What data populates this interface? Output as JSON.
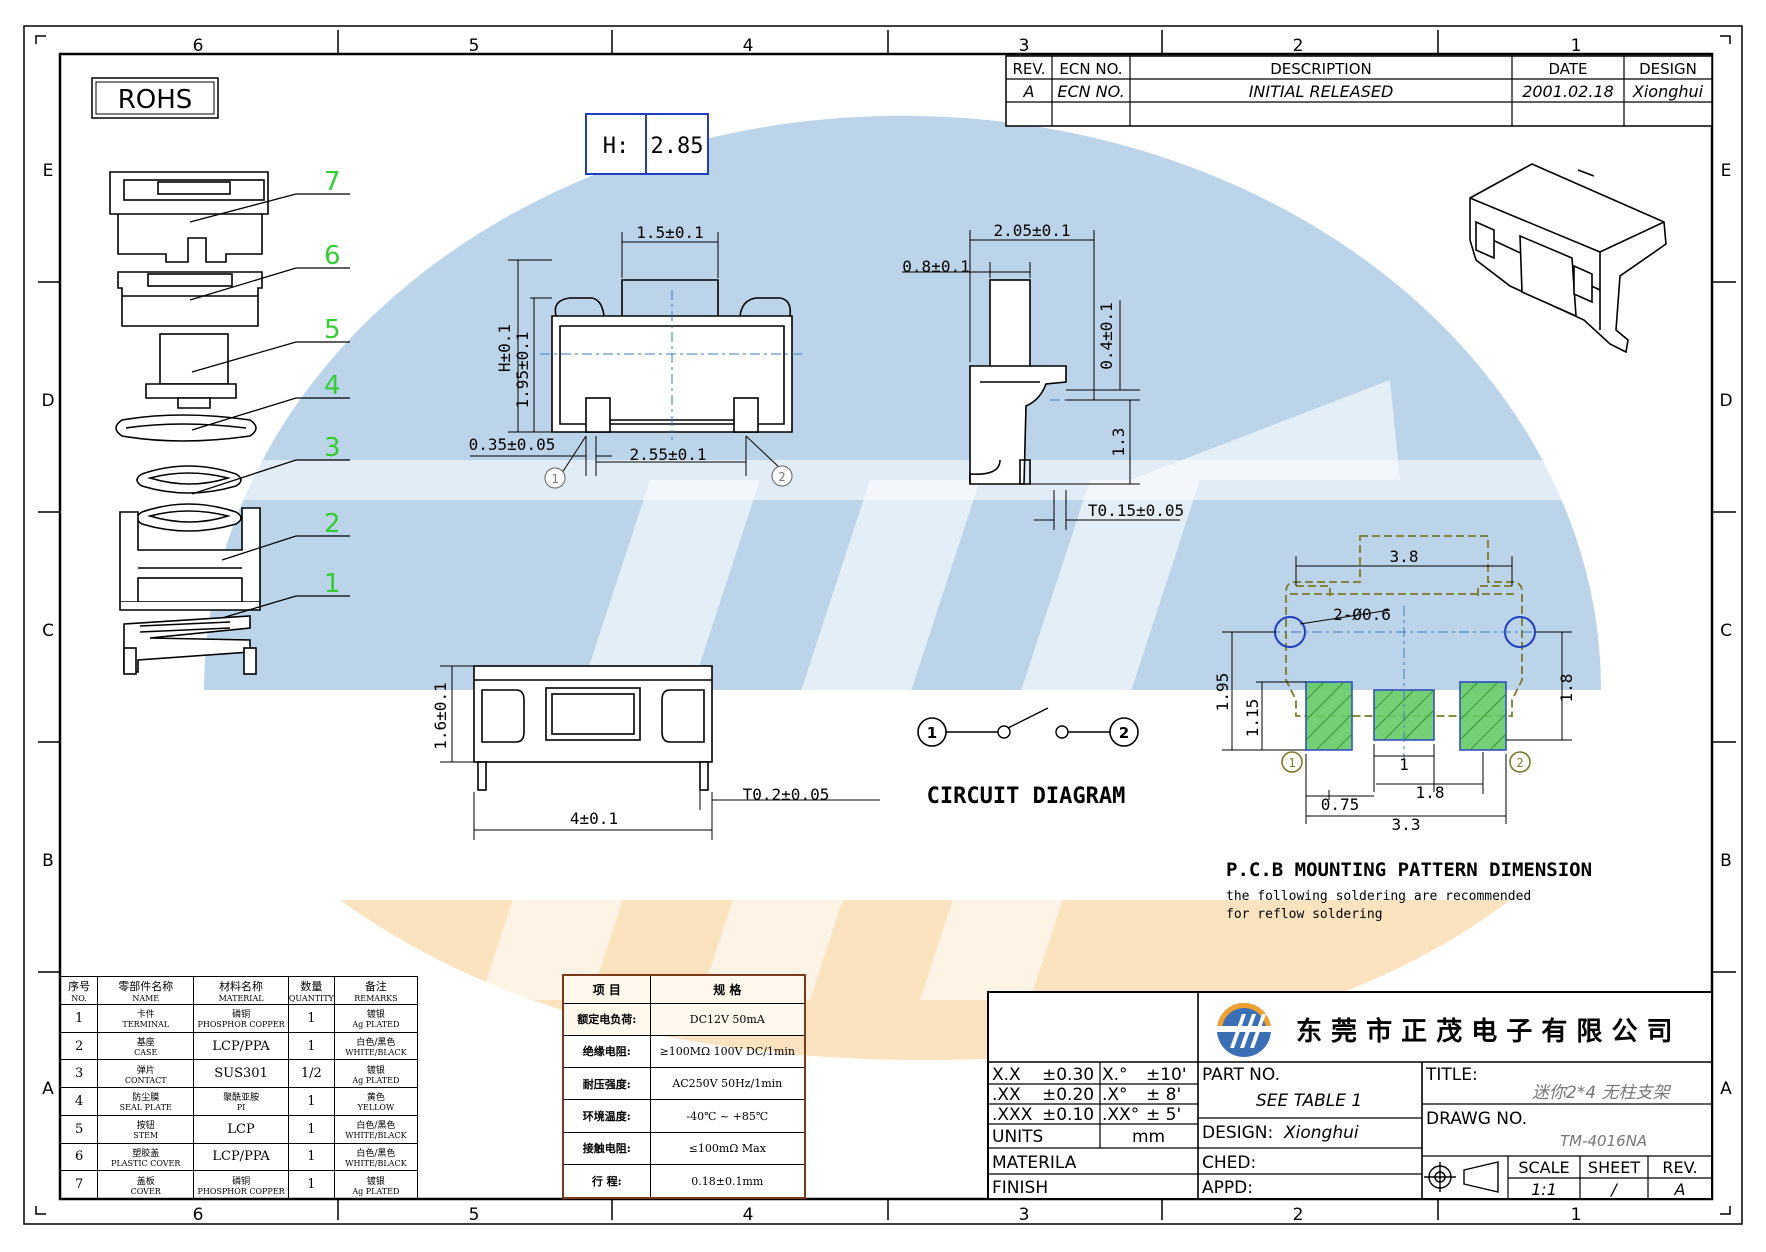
{
  "border": {
    "columns_top": [
      "6",
      "5",
      "4",
      "3",
      "2",
      "1"
    ],
    "columns_bottom": [
      "6",
      "5",
      "4",
      "3",
      "2",
      "1"
    ],
    "rows_left": [
      "E",
      "D",
      "C",
      "B",
      "A"
    ],
    "rows_right": [
      "E",
      "D",
      "C",
      "B",
      "A"
    ]
  },
  "rohs": "ROHS",
  "height_box": {
    "label": "H:",
    "value": "2.85"
  },
  "revision": {
    "headers": [
      "REV.",
      "ECN NO.",
      "DESCRIPTION",
      "DATE",
      "DESIGN"
    ],
    "row": [
      "A",
      "ECN NO.",
      "INITIAL RELEASED",
      "2001.02.18",
      "Xionghui"
    ]
  },
  "part_numbers": [
    "7",
    "6",
    "5",
    "4",
    "3",
    "2",
    "1"
  ],
  "dims": {
    "w15": "1.5±0.1",
    "h01": "H±0.1",
    "h195": "1.95±0.1",
    "p035": "0.35±0.05",
    "p255": "2.55±0.1",
    "w205": "2.05±0.1",
    "w08": "0.8±0.1",
    "h04": "0.4±0.1",
    "h13": "1.3",
    "t015": "T0.15±0.05",
    "h16": "1.6±0.1",
    "w4": "4±0.1",
    "t02": "T0.2±0.05",
    "pin1": "1",
    "pin2": "2"
  },
  "pcb": {
    "w38": "3.8",
    "holes": "2-Ø0.6",
    "h195": "1.95",
    "h115": "1.15",
    "h18": "1.8",
    "w1": "1",
    "w18": "1.8",
    "w075": "0.75",
    "w33": "3.3",
    "title": "P.C.B MOUNTING PATTERN DIMENSION",
    "note1": "the following soldering are recommended",
    "note2": "for reflow soldering"
  },
  "circuit": {
    "title": "CIRCUIT DIAGRAM",
    "n1": "1",
    "n2": "2"
  },
  "bom": {
    "headers": [
      {
        "cn": "序号",
        "en": "NO."
      },
      {
        "cn": "零部件名称",
        "en": "NAME"
      },
      {
        "cn": "材料名称",
        "en": "MATERIAL"
      },
      {
        "cn": "数量",
        "en": "QUANTITY"
      },
      {
        "cn": "备注",
        "en": "REMARKS"
      }
    ],
    "rows": [
      {
        "no": "1",
        "name_cn": "卡件",
        "name_en": "TERMINAL",
        "mat_cn": "磷铜",
        "mat_en": "PHOSPHOR COPPER",
        "mat": "",
        "qty": "1",
        "rem_cn": "镀银",
        "rem_en": "Ag PLATED"
      },
      {
        "no": "2",
        "name_cn": "基座",
        "name_en": "CASE",
        "mat_cn": "",
        "mat_en": "",
        "mat": "LCP/PPA",
        "qty": "1",
        "rem_cn": "白色/黑色",
        "rem_en": "WHITE/BLACK"
      },
      {
        "no": "3",
        "name_cn": "弹片",
        "name_en": "CONTACT",
        "mat_cn": "",
        "mat_en": "",
        "mat": "SUS301",
        "qty": "1/2",
        "rem_cn": "镀银",
        "rem_en": "Ag PLATED"
      },
      {
        "no": "4",
        "name_cn": "防尘膜",
        "name_en": "SEAL PLATE",
        "mat_cn": "聚酰亚胺",
        "mat_en": "PI",
        "mat": "",
        "qty": "1",
        "rem_cn": "黄色",
        "rem_en": "YELLOW"
      },
      {
        "no": "5",
        "name_cn": "按钮",
        "name_en": "STEM",
        "mat_cn": "",
        "mat_en": "",
        "mat": "LCP",
        "qty": "1",
        "rem_cn": "白色/黑色",
        "rem_en": "WHITE/BLACK"
      },
      {
        "no": "6",
        "name_cn": "塑胶盖",
        "name_en": "PLASTIC COVER",
        "mat_cn": "",
        "mat_en": "",
        "mat": "LCP/PPA",
        "qty": "1",
        "rem_cn": "白色/黑色",
        "rem_en": "WHITE/BLACK"
      },
      {
        "no": "7",
        "name_cn": "盖板",
        "name_en": "COVER",
        "mat_cn": "磷铜",
        "mat_en": "PHOSPHOR COPPER",
        "mat": "",
        "qty": "1",
        "rem_cn": "镀银",
        "rem_en": "Ag PLATED"
      }
    ]
  },
  "spec": {
    "header": [
      "项 目",
      "规 格"
    ],
    "rows": [
      [
        "额定电负荷:",
        "DC12V 50mA"
      ],
      [
        "绝缘电阻:",
        "≥100MΩ 100V DC/1min"
      ],
      [
        "耐压强度:",
        "AC250V 50Hz/1min"
      ],
      [
        "环境温度:",
        "-40℃ ~ +85℃"
      ],
      [
        "接触电阻:",
        "≤100mΩ Max"
      ],
      [
        "行 程:",
        "0.18±0.1mm"
      ]
    ]
  },
  "title_block": {
    "company": "东 莞 市 正 茂 电 子 有 限 公 司",
    "tol": [
      [
        "X.X",
        "±0.30",
        "X.°",
        "±10'"
      ],
      [
        ".XX",
        "±0.20",
        ".X°",
        "± 8'"
      ],
      [
        ".XXX",
        "±0.10",
        ".XX°",
        "± 5'"
      ]
    ],
    "units_label": "UNITS",
    "units_value": "mm",
    "material_label": "MATERILA",
    "finish_label": "FINISH",
    "part_no_label": "PART NO.",
    "part_no_value": "SEE TABLE 1",
    "design_label": "DESIGN:",
    "design_value": "Xionghui",
    "ched_label": "CHED:",
    "appd_label": "APPD:",
    "title_label": "TITLE:",
    "title_value": "迷你2*4 无柱支架",
    "drawg_label": "DRAWG NO.",
    "drawg_value": "TM-4016NA",
    "scale_label": "SCALE",
    "scale_value": "1:1",
    "sheet_label": "SHEET",
    "sheet_value": "/",
    "rev_label": "REV.",
    "rev_value": "A"
  },
  "colors": {
    "watermark_blue": "#bcd4ea",
    "watermark_orange": "#fbe3c0",
    "callout_green": "#33cc33",
    "pad_blue": "#1f3fbf",
    "note_blue": "#2040c0"
  }
}
